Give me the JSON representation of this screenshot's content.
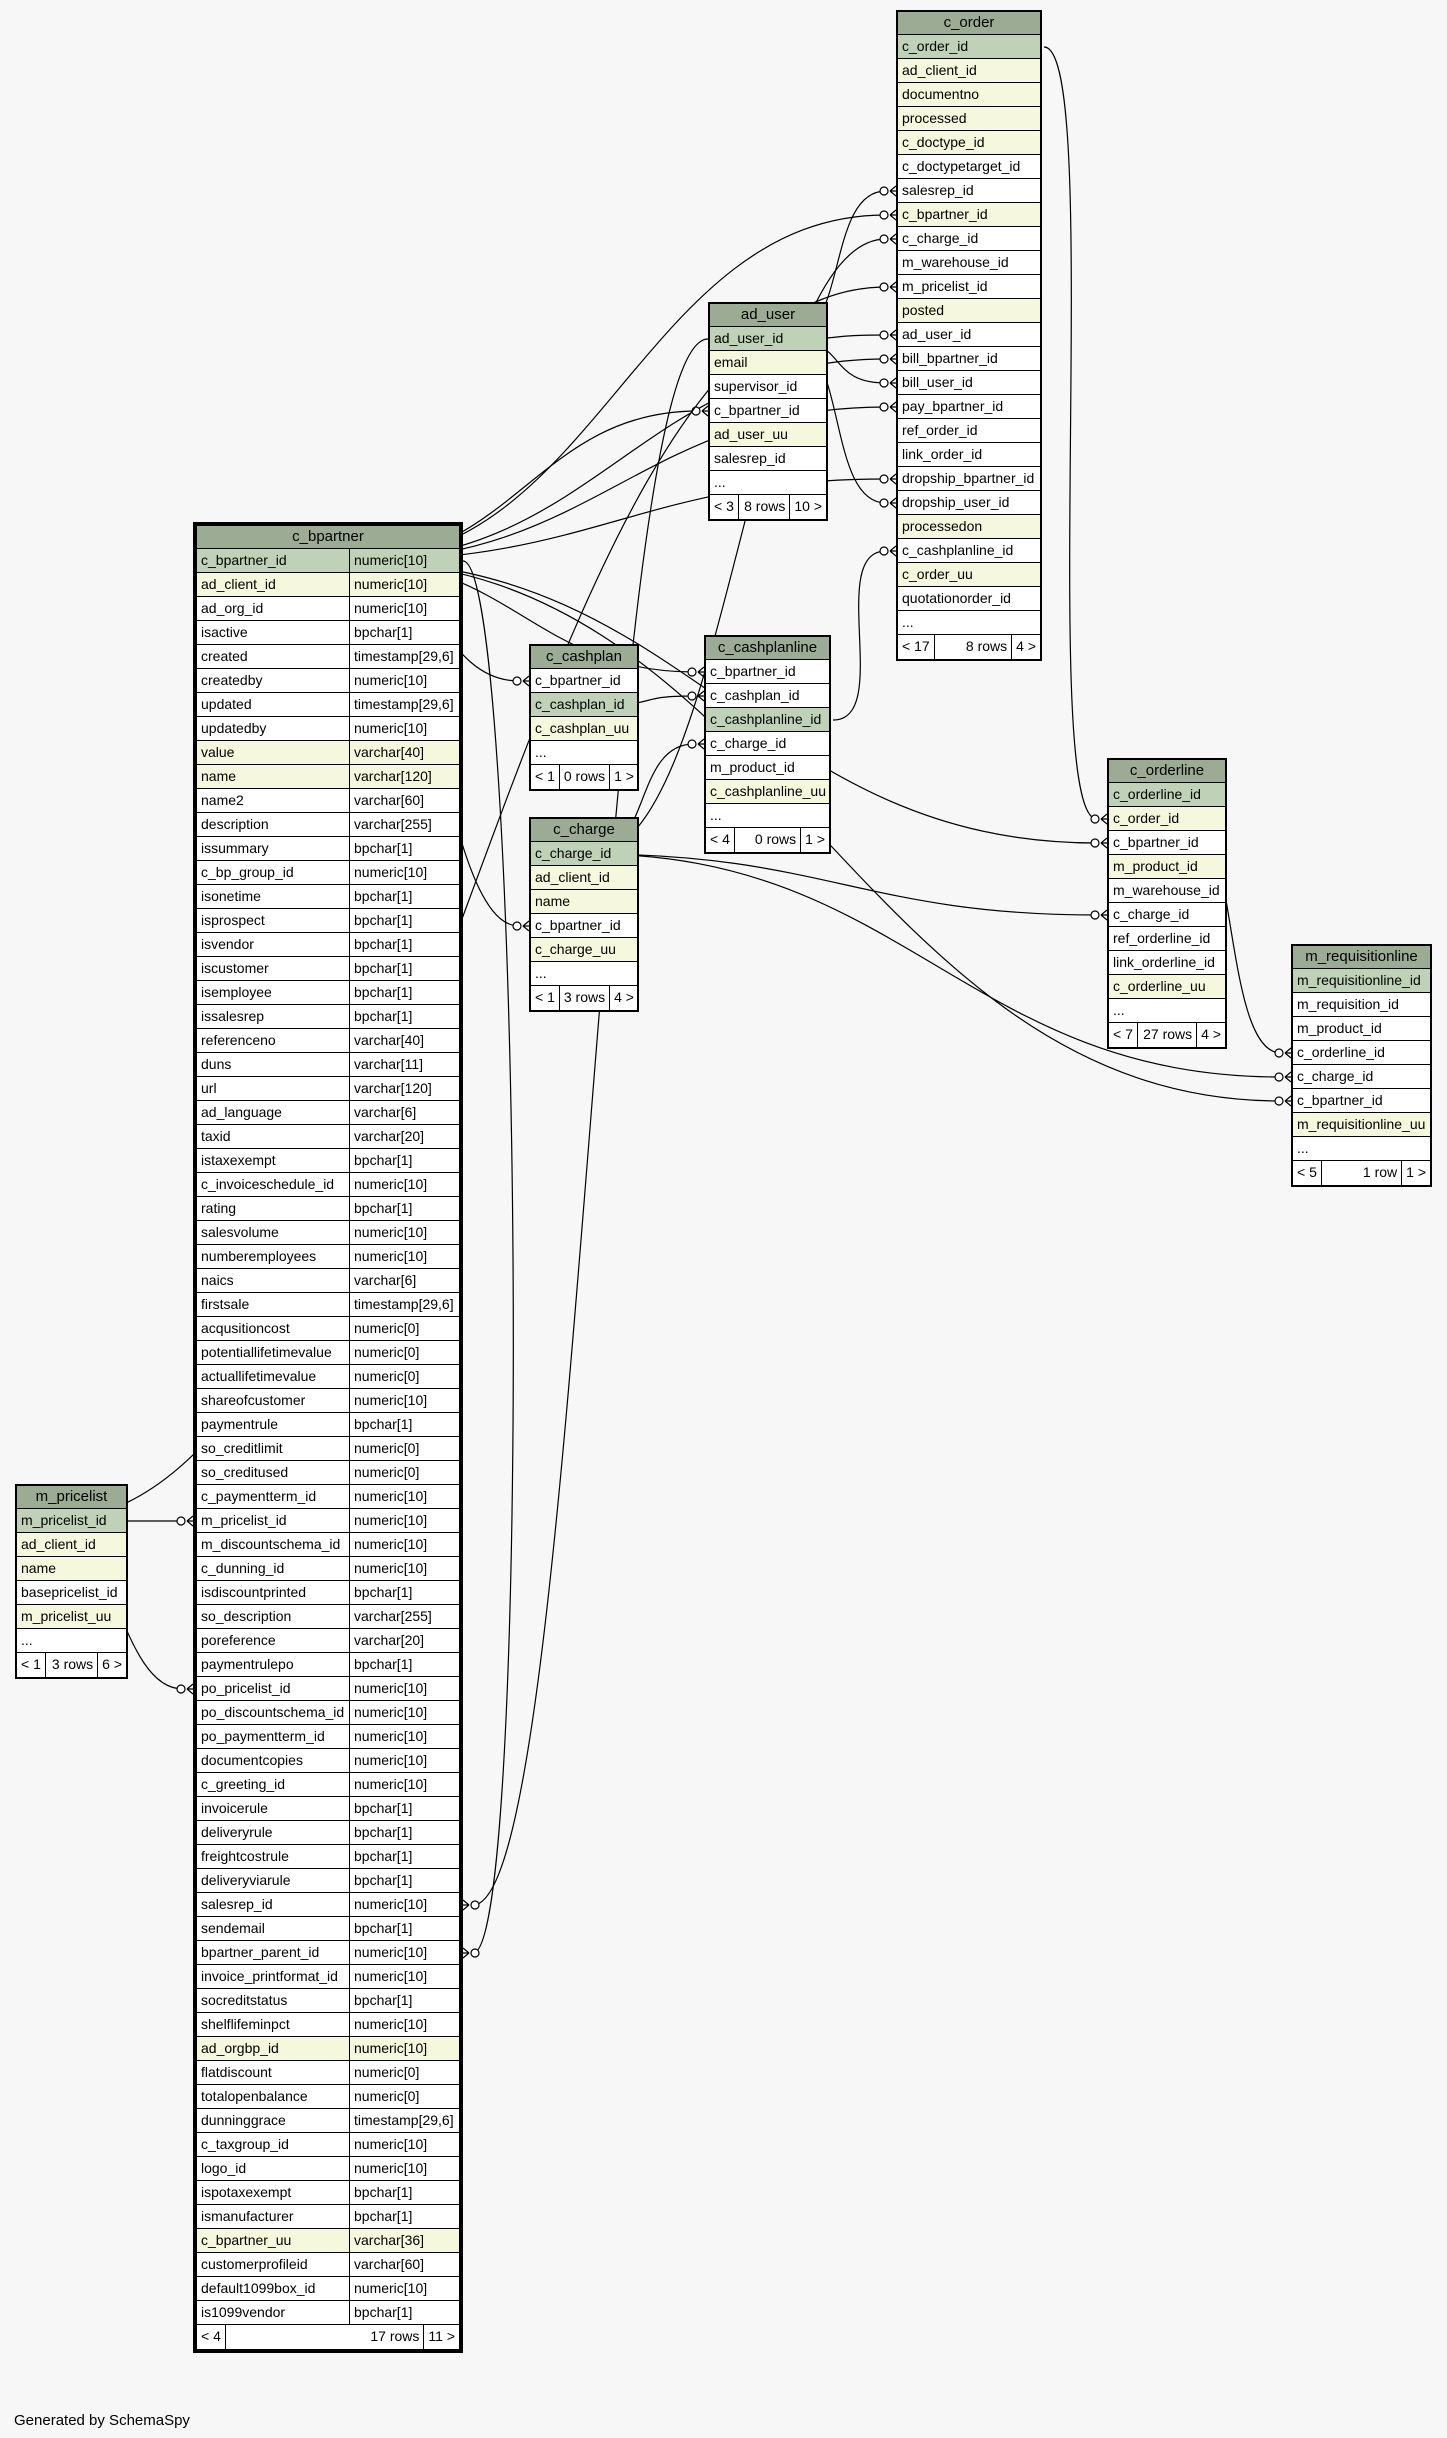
{
  "footer": "Generated by SchemaSpy",
  "tables": [
    {
      "name": "c_order",
      "main": false,
      "typed": false,
      "columns": [
        {
          "n": "c_order_id",
          "k": "pk"
        },
        {
          "n": "ad_client_id",
          "k": "idx"
        },
        {
          "n": "documentno",
          "k": "idx"
        },
        {
          "n": "processed",
          "k": "idx"
        },
        {
          "n": "c_doctype_id",
          "k": "idx"
        },
        {
          "n": "c_doctypetarget_id",
          "k": ""
        },
        {
          "n": "salesrep_id",
          "k": ""
        },
        {
          "n": "c_bpartner_id",
          "k": "idx"
        },
        {
          "n": "c_charge_id",
          "k": ""
        },
        {
          "n": "m_warehouse_id",
          "k": ""
        },
        {
          "n": "m_pricelist_id",
          "k": ""
        },
        {
          "n": "posted",
          "k": "idx"
        },
        {
          "n": "ad_user_id",
          "k": ""
        },
        {
          "n": "bill_bpartner_id",
          "k": ""
        },
        {
          "n": "bill_user_id",
          "k": ""
        },
        {
          "n": "pay_bpartner_id",
          "k": ""
        },
        {
          "n": "ref_order_id",
          "k": ""
        },
        {
          "n": "link_order_id",
          "k": ""
        },
        {
          "n": "dropship_bpartner_id",
          "k": ""
        },
        {
          "n": "dropship_user_id",
          "k": ""
        },
        {
          "n": "processedon",
          "k": "idx"
        },
        {
          "n": "c_cashplanline_id",
          "k": ""
        },
        {
          "n": "c_order_uu",
          "k": "idx"
        },
        {
          "n": "quotationorder_id",
          "k": ""
        },
        {
          "n": "...",
          "k": ""
        }
      ],
      "footer": [
        "< 17",
        "8 rows",
        "4 >"
      ]
    },
    {
      "name": "ad_user",
      "main": false,
      "typed": false,
      "columns": [
        {
          "n": "ad_user_id",
          "k": "pk"
        },
        {
          "n": "email",
          "k": "idx"
        },
        {
          "n": "supervisor_id",
          "k": ""
        },
        {
          "n": "c_bpartner_id",
          "k": ""
        },
        {
          "n": "ad_user_uu",
          "k": "idx"
        },
        {
          "n": "salesrep_id",
          "k": ""
        },
        {
          "n": "...",
          "k": ""
        }
      ],
      "footer": [
        "< 3",
        "8 rows",
        "10 >"
      ]
    },
    {
      "name": "c_bpartner",
      "main": true,
      "typed": true,
      "columns": [
        {
          "n": "c_bpartner_id",
          "t": "numeric[10]",
          "k": "pk"
        },
        {
          "n": "ad_client_id",
          "t": "numeric[10]",
          "k": "idx"
        },
        {
          "n": "ad_org_id",
          "t": "numeric[10]",
          "k": ""
        },
        {
          "n": "isactive",
          "t": "bpchar[1]",
          "k": ""
        },
        {
          "n": "created",
          "t": "timestamp[29,6]",
          "k": ""
        },
        {
          "n": "createdby",
          "t": "numeric[10]",
          "k": ""
        },
        {
          "n": "updated",
          "t": "timestamp[29,6]",
          "k": ""
        },
        {
          "n": "updatedby",
          "t": "numeric[10]",
          "k": ""
        },
        {
          "n": "value",
          "t": "varchar[40]",
          "k": "idx"
        },
        {
          "n": "name",
          "t": "varchar[120]",
          "k": "idx"
        },
        {
          "n": "name2",
          "t": "varchar[60]",
          "k": ""
        },
        {
          "n": "description",
          "t": "varchar[255]",
          "k": ""
        },
        {
          "n": "issummary",
          "t": "bpchar[1]",
          "k": ""
        },
        {
          "n": "c_bp_group_id",
          "t": "numeric[10]",
          "k": ""
        },
        {
          "n": "isonetime",
          "t": "bpchar[1]",
          "k": ""
        },
        {
          "n": "isprospect",
          "t": "bpchar[1]",
          "k": ""
        },
        {
          "n": "isvendor",
          "t": "bpchar[1]",
          "k": ""
        },
        {
          "n": "iscustomer",
          "t": "bpchar[1]",
          "k": ""
        },
        {
          "n": "isemployee",
          "t": "bpchar[1]",
          "k": ""
        },
        {
          "n": "issalesrep",
          "t": "bpchar[1]",
          "k": ""
        },
        {
          "n": "referenceno",
          "t": "varchar[40]",
          "k": ""
        },
        {
          "n": "duns",
          "t": "varchar[11]",
          "k": ""
        },
        {
          "n": "url",
          "t": "varchar[120]",
          "k": ""
        },
        {
          "n": "ad_language",
          "t": "varchar[6]",
          "k": ""
        },
        {
          "n": "taxid",
          "t": "varchar[20]",
          "k": ""
        },
        {
          "n": "istaxexempt",
          "t": "bpchar[1]",
          "k": ""
        },
        {
          "n": "c_invoiceschedule_id",
          "t": "numeric[10]",
          "k": ""
        },
        {
          "n": "rating",
          "t": "bpchar[1]",
          "k": ""
        },
        {
          "n": "salesvolume",
          "t": "numeric[10]",
          "k": ""
        },
        {
          "n": "numberemployees",
          "t": "numeric[10]",
          "k": ""
        },
        {
          "n": "naics",
          "t": "varchar[6]",
          "k": ""
        },
        {
          "n": "firstsale",
          "t": "timestamp[29,6]",
          "k": ""
        },
        {
          "n": "acqusitioncost",
          "t": "numeric[0]",
          "k": ""
        },
        {
          "n": "potentiallifetimevalue",
          "t": "numeric[0]",
          "k": ""
        },
        {
          "n": "actuallifetimevalue",
          "t": "numeric[0]",
          "k": ""
        },
        {
          "n": "shareofcustomer",
          "t": "numeric[10]",
          "k": ""
        },
        {
          "n": "paymentrule",
          "t": "bpchar[1]",
          "k": ""
        },
        {
          "n": "so_creditlimit",
          "t": "numeric[0]",
          "k": ""
        },
        {
          "n": "so_creditused",
          "t": "numeric[0]",
          "k": ""
        },
        {
          "n": "c_paymentterm_id",
          "t": "numeric[10]",
          "k": ""
        },
        {
          "n": "m_pricelist_id",
          "t": "numeric[10]",
          "k": ""
        },
        {
          "n": "m_discountschema_id",
          "t": "numeric[10]",
          "k": ""
        },
        {
          "n": "c_dunning_id",
          "t": "numeric[10]",
          "k": ""
        },
        {
          "n": "isdiscountprinted",
          "t": "bpchar[1]",
          "k": ""
        },
        {
          "n": "so_description",
          "t": "varchar[255]",
          "k": ""
        },
        {
          "n": "poreference",
          "t": "varchar[20]",
          "k": ""
        },
        {
          "n": "paymentrulepo",
          "t": "bpchar[1]",
          "k": ""
        },
        {
          "n": "po_pricelist_id",
          "t": "numeric[10]",
          "k": ""
        },
        {
          "n": "po_discountschema_id",
          "t": "numeric[10]",
          "k": ""
        },
        {
          "n": "po_paymentterm_id",
          "t": "numeric[10]",
          "k": ""
        },
        {
          "n": "documentcopies",
          "t": "numeric[10]",
          "k": ""
        },
        {
          "n": "c_greeting_id",
          "t": "numeric[10]",
          "k": ""
        },
        {
          "n": "invoicerule",
          "t": "bpchar[1]",
          "k": ""
        },
        {
          "n": "deliveryrule",
          "t": "bpchar[1]",
          "k": ""
        },
        {
          "n": "freightcostrule",
          "t": "bpchar[1]",
          "k": ""
        },
        {
          "n": "deliveryviarule",
          "t": "bpchar[1]",
          "k": ""
        },
        {
          "n": "salesrep_id",
          "t": "numeric[10]",
          "k": ""
        },
        {
          "n": "sendemail",
          "t": "bpchar[1]",
          "k": ""
        },
        {
          "n": "bpartner_parent_id",
          "t": "numeric[10]",
          "k": ""
        },
        {
          "n": "invoice_printformat_id",
          "t": "numeric[10]",
          "k": ""
        },
        {
          "n": "socreditstatus",
          "t": "bpchar[1]",
          "k": ""
        },
        {
          "n": "shelflifeminpct",
          "t": "numeric[10]",
          "k": ""
        },
        {
          "n": "ad_orgbp_id",
          "t": "numeric[10]",
          "k": "idx"
        },
        {
          "n": "flatdiscount",
          "t": "numeric[0]",
          "k": ""
        },
        {
          "n": "totalopenbalance",
          "t": "numeric[0]",
          "k": ""
        },
        {
          "n": "dunninggrace",
          "t": "timestamp[29,6]",
          "k": ""
        },
        {
          "n": "c_taxgroup_id",
          "t": "numeric[10]",
          "k": ""
        },
        {
          "n": "logo_id",
          "t": "numeric[10]",
          "k": ""
        },
        {
          "n": "ispotaxexempt",
          "t": "bpchar[1]",
          "k": ""
        },
        {
          "n": "ismanufacturer",
          "t": "bpchar[1]",
          "k": ""
        },
        {
          "n": "c_bpartner_uu",
          "t": "varchar[36]",
          "k": "idx"
        },
        {
          "n": "customerprofileid",
          "t": "varchar[60]",
          "k": ""
        },
        {
          "n": "default1099box_id",
          "t": "numeric[10]",
          "k": ""
        },
        {
          "n": "is1099vendor",
          "t": "bpchar[1]",
          "k": ""
        }
      ],
      "footer": [
        "< 4",
        "17 rows",
        "11 >"
      ]
    },
    {
      "name": "c_cashplan",
      "main": false,
      "typed": false,
      "columns": [
        {
          "n": "c_bpartner_id",
          "k": ""
        },
        {
          "n": "c_cashplan_id",
          "k": "pk"
        },
        {
          "n": "c_cashplan_uu",
          "k": "idx"
        },
        {
          "n": "...",
          "k": ""
        }
      ],
      "footer": [
        "< 1",
        "0 rows",
        "1 >"
      ]
    },
    {
      "name": "c_cashplanline",
      "main": false,
      "typed": false,
      "columns": [
        {
          "n": "c_bpartner_id",
          "k": ""
        },
        {
          "n": "c_cashplan_id",
          "k": ""
        },
        {
          "n": "c_cashplanline_id",
          "k": "pk"
        },
        {
          "n": "c_charge_id",
          "k": ""
        },
        {
          "n": "m_product_id",
          "k": ""
        },
        {
          "n": "c_cashplanline_uu",
          "k": "idx"
        },
        {
          "n": "...",
          "k": ""
        }
      ],
      "footer": [
        "< 4",
        "0 rows",
        "1 >"
      ]
    },
    {
      "name": "c_charge",
      "main": false,
      "typed": false,
      "columns": [
        {
          "n": "c_charge_id",
          "k": "pk"
        },
        {
          "n": "ad_client_id",
          "k": "idx"
        },
        {
          "n": "name",
          "k": "idx"
        },
        {
          "n": "c_bpartner_id",
          "k": ""
        },
        {
          "n": "c_charge_uu",
          "k": "idx"
        },
        {
          "n": "...",
          "k": ""
        }
      ],
      "footer": [
        "< 1",
        "3 rows",
        "4 >"
      ]
    },
    {
      "name": "c_orderline",
      "main": false,
      "typed": false,
      "columns": [
        {
          "n": "c_orderline_id",
          "k": "pk"
        },
        {
          "n": "c_order_id",
          "k": "idx"
        },
        {
          "n": "c_bpartner_id",
          "k": ""
        },
        {
          "n": "m_product_id",
          "k": "idx"
        },
        {
          "n": "m_warehouse_id",
          "k": ""
        },
        {
          "n": "c_charge_id",
          "k": ""
        },
        {
          "n": "ref_orderline_id",
          "k": ""
        },
        {
          "n": "link_orderline_id",
          "k": ""
        },
        {
          "n": "c_orderline_uu",
          "k": "idx"
        },
        {
          "n": "...",
          "k": ""
        }
      ],
      "footer": [
        "< 7",
        "27 rows",
        "4 >"
      ]
    },
    {
      "name": "m_requisitionline",
      "main": false,
      "typed": false,
      "columns": [
        {
          "n": "m_requisitionline_id",
          "k": "pk"
        },
        {
          "n": "m_requisition_id",
          "k": ""
        },
        {
          "n": "m_product_id",
          "k": ""
        },
        {
          "n": "c_orderline_id",
          "k": ""
        },
        {
          "n": "c_charge_id",
          "k": ""
        },
        {
          "n": "c_bpartner_id",
          "k": ""
        },
        {
          "n": "m_requisitionline_uu",
          "k": "idx"
        },
        {
          "n": "...",
          "k": ""
        }
      ],
      "footer": [
        "< 5",
        "1 row",
        "1 >"
      ]
    },
    {
      "name": "m_pricelist",
      "main": false,
      "typed": false,
      "columns": [
        {
          "n": "m_pricelist_id",
          "k": "pk"
        },
        {
          "n": "ad_client_id",
          "k": "idx"
        },
        {
          "n": "name",
          "k": "idx"
        },
        {
          "n": "basepricelist_id",
          "k": ""
        },
        {
          "n": "m_pricelist_uu",
          "k": "idx"
        },
        {
          "n": "...",
          "k": ""
        }
      ],
      "footer": [
        "< 1",
        "3 rows",
        "6 >"
      ]
    }
  ],
  "relations": [
    {
      "from": "c_bpartner.c_bpartner_id",
      "to": "c_order.c_bpartner_id"
    },
    {
      "from": "c_bpartner.c_bpartner_id",
      "to": "c_order.bill_bpartner_id"
    },
    {
      "from": "c_bpartner.c_bpartner_id",
      "to": "c_order.pay_bpartner_id"
    },
    {
      "from": "c_bpartner.c_bpartner_id",
      "to": "c_order.dropship_bpartner_id"
    },
    {
      "from": "c_bpartner.c_bpartner_id",
      "to": "ad_user.c_bpartner_id"
    },
    {
      "from": "c_bpartner.c_bpartner_id",
      "to": "c_cashplan.c_bpartner_id"
    },
    {
      "from": "c_bpartner.c_bpartner_id",
      "to": "c_cashplanline.c_bpartner_id"
    },
    {
      "from": "c_bpartner.c_bpartner_id",
      "to": "c_charge.c_bpartner_id"
    },
    {
      "from": "c_bpartner.c_bpartner_id",
      "to": "c_orderline.c_bpartner_id"
    },
    {
      "from": "c_bpartner.c_bpartner_id",
      "to": "m_requisitionline.c_bpartner_id"
    },
    {
      "from": "c_bpartner.c_bpartner_id",
      "to": "c_bpartner.bpartner_parent_id"
    },
    {
      "from": "ad_user.ad_user_id",
      "to": "c_order.salesrep_id"
    },
    {
      "from": "ad_user.ad_user_id",
      "to": "c_order.ad_user_id"
    },
    {
      "from": "ad_user.ad_user_id",
      "to": "c_order.bill_user_id"
    },
    {
      "from": "ad_user.ad_user_id",
      "to": "c_order.dropship_user_id"
    },
    {
      "from": "ad_user.ad_user_id",
      "to": "c_bpartner.salesrep_id"
    },
    {
      "from": "c_order.c_order_id",
      "to": "c_orderline.c_order_id"
    },
    {
      "from": "c_orderline.c_orderline_id",
      "to": "m_requisitionline.c_orderline_id"
    },
    {
      "from": "c_charge.c_charge_id",
      "to": "c_order.c_charge_id"
    },
    {
      "from": "c_charge.c_charge_id",
      "to": "c_cashplanline.c_charge_id"
    },
    {
      "from": "c_charge.c_charge_id",
      "to": "c_orderline.c_charge_id"
    },
    {
      "from": "c_charge.c_charge_id",
      "to": "m_requisitionline.c_charge_id"
    },
    {
      "from": "c_cashplan.c_cashplan_id",
      "to": "c_cashplanline.c_cashplan_id"
    },
    {
      "from": "c_cashplanline.c_cashplanline_id",
      "to": "c_order.c_cashplanline_id"
    },
    {
      "from": "m_pricelist.m_pricelist_id",
      "to": "c_order.m_pricelist_id"
    },
    {
      "from": "m_pricelist.m_pricelist_id",
      "to": "c_bpartner.m_pricelist_id"
    },
    {
      "from": "m_pricelist.m_pricelist_id",
      "to": "c_bpartner.po_pricelist_id"
    }
  ]
}
